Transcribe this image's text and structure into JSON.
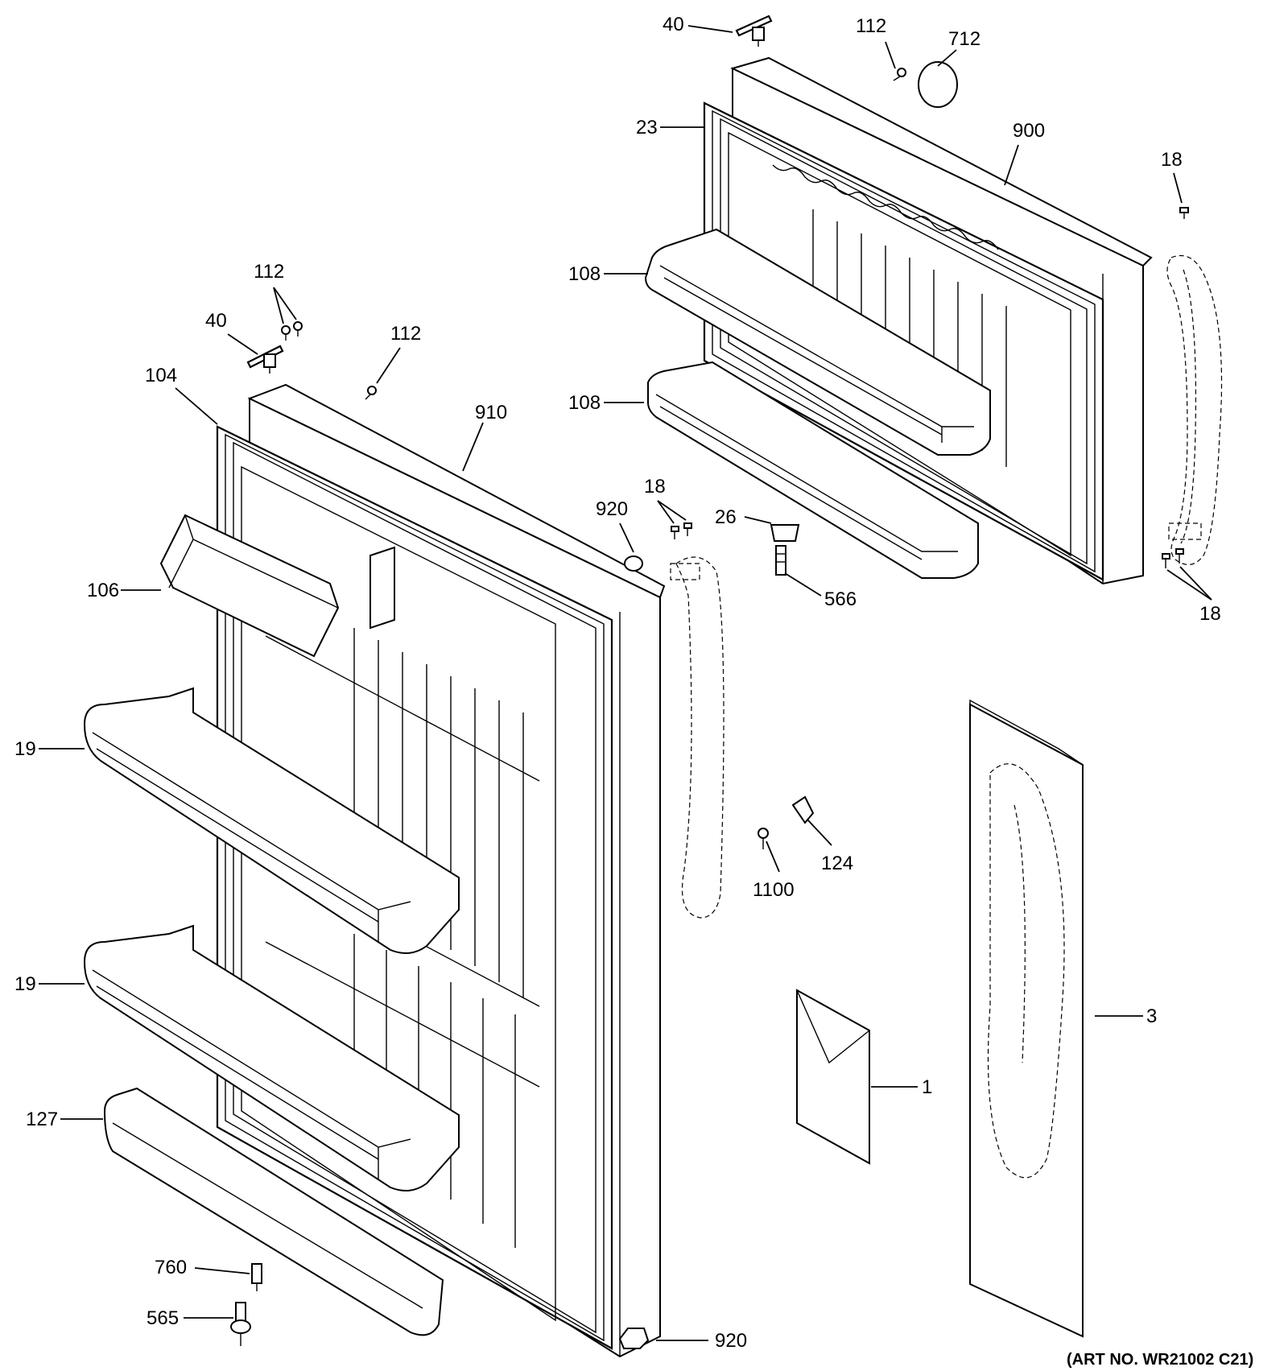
{
  "diagram": {
    "art_number": "(ART NO. WR21002 C21)",
    "callouts": [
      {
        "id": "c40-top",
        "label": "40"
      },
      {
        "id": "c112-top",
        "label": "112"
      },
      {
        "id": "c712",
        "label": "712"
      },
      {
        "id": "c23",
        "label": "23"
      },
      {
        "id": "c900",
        "label": "900"
      },
      {
        "id": "c18-top",
        "label": "18"
      },
      {
        "id": "c108-a",
        "label": "108"
      },
      {
        "id": "c108-b",
        "label": "108"
      },
      {
        "id": "c112-left",
        "label": "112"
      },
      {
        "id": "c40-left",
        "label": "40"
      },
      {
        "id": "c112-mid",
        "label": "112"
      },
      {
        "id": "c104",
        "label": "104"
      },
      {
        "id": "c910",
        "label": "910"
      },
      {
        "id": "c920-top",
        "label": "920"
      },
      {
        "id": "c18-mid",
        "label": "18"
      },
      {
        "id": "c26",
        "label": "26"
      },
      {
        "id": "c566",
        "label": "566"
      },
      {
        "id": "c18-right",
        "label": "18"
      },
      {
        "id": "c106",
        "label": "106"
      },
      {
        "id": "c19-a",
        "label": "19"
      },
      {
        "id": "c124",
        "label": "124"
      },
      {
        "id": "c1100",
        "label": "1100"
      },
      {
        "id": "c19-b",
        "label": "19"
      },
      {
        "id": "c3",
        "label": "3"
      },
      {
        "id": "c1",
        "label": "1"
      },
      {
        "id": "c127",
        "label": "127"
      },
      {
        "id": "c760",
        "label": "760"
      },
      {
        "id": "c565",
        "label": "565"
      },
      {
        "id": "c920-bottom",
        "label": "920"
      }
    ]
  }
}
